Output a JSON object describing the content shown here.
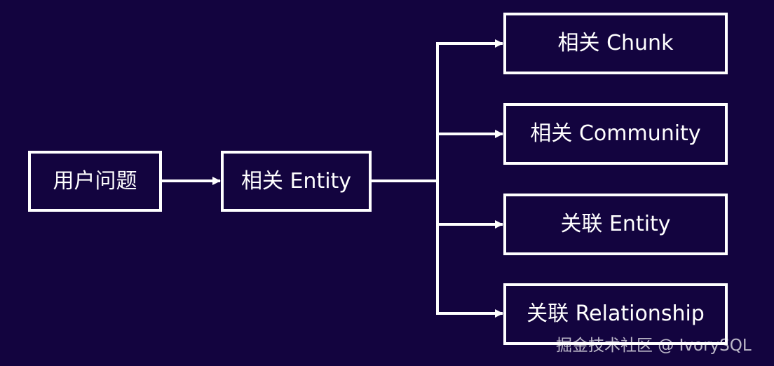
{
  "nodes": {
    "question": "用户问题",
    "related_entity": "相关 Entity",
    "related_chunk": "相关 Chunk",
    "related_community": "相关 Community",
    "associated_entity": "关联 Entity",
    "associated_relationship": "关联 Relationship"
  },
  "watermark": "掘金技术社区 @ IvorySQL",
  "colors": {
    "background": "#13043f",
    "foreground": "#ffffff"
  }
}
